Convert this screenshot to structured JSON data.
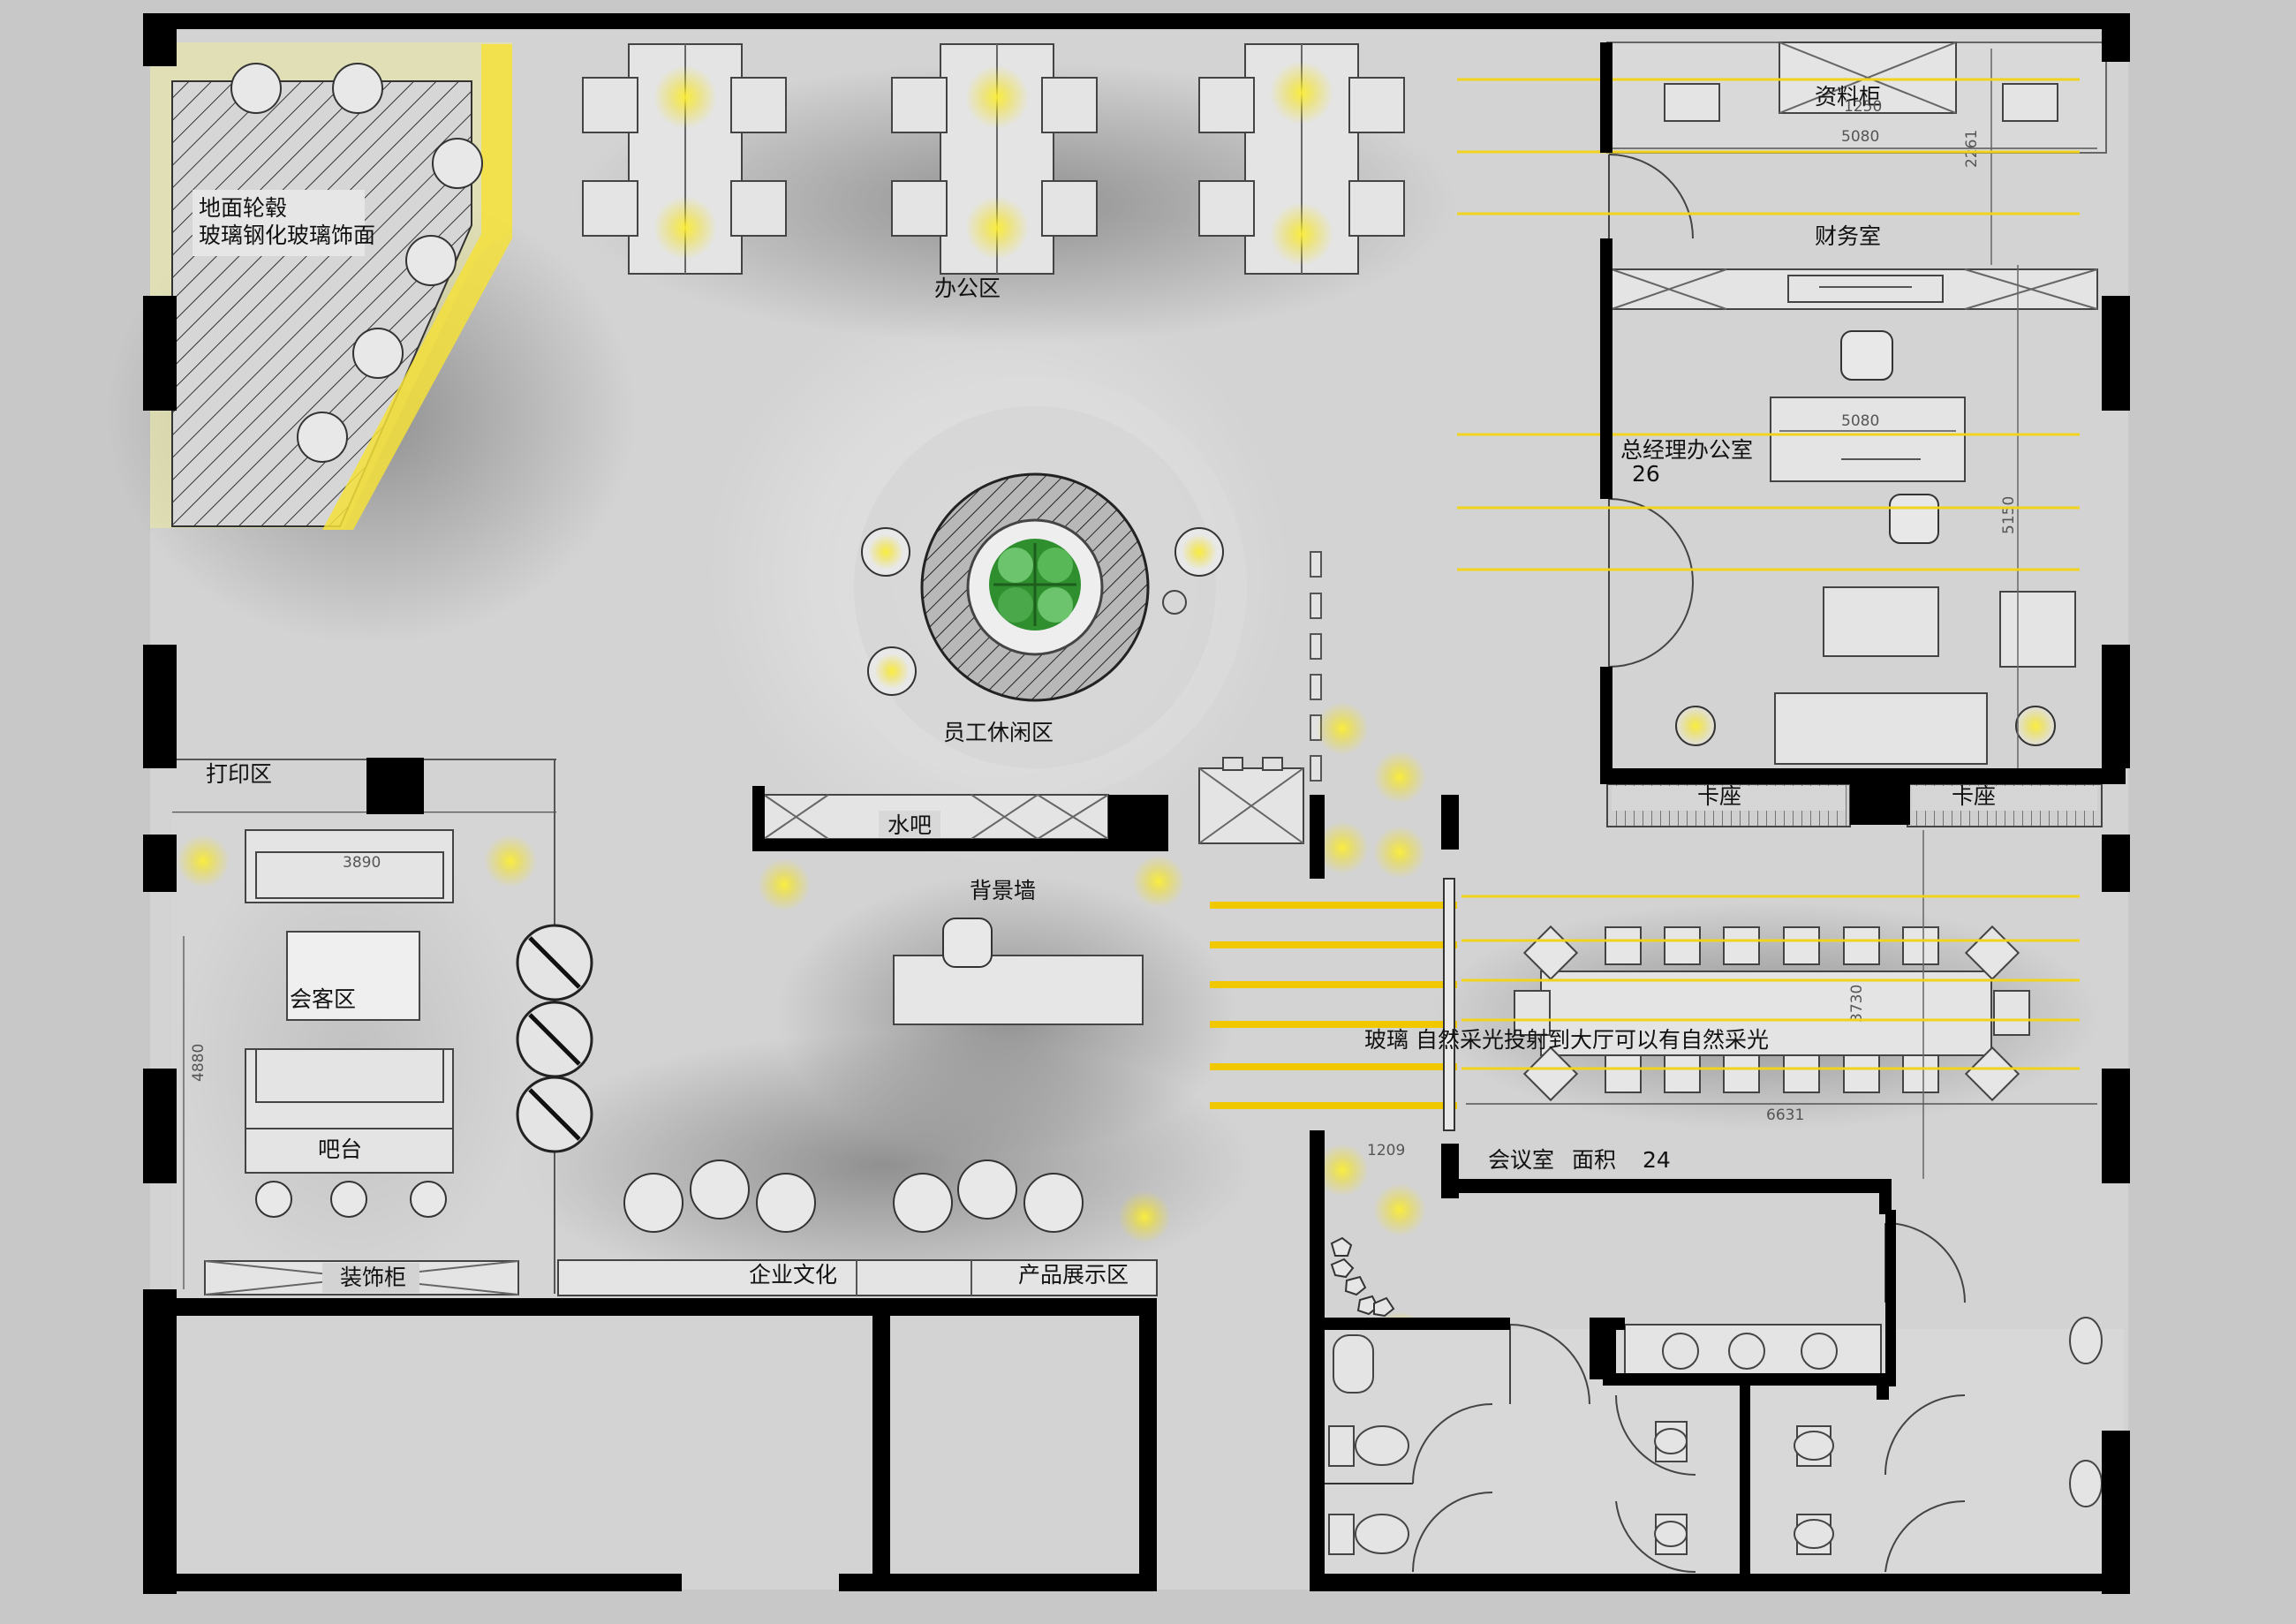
{
  "labels": {
    "floor_note_1": "地面轮毂",
    "floor_note_2": "玻璃钢化玻璃饰面",
    "office_area": "办公区",
    "staff_lounge": "员工休闲区",
    "archive_cabinet": "资料柜",
    "finance_room": "财务室",
    "gm_office": "总经理办公室",
    "gm_office_area": "26",
    "booth_left": "卡座",
    "booth_right": "卡座",
    "print_area": "打印区",
    "water_bar": "水吧",
    "background_wall": "背景墙",
    "reception_area": "会客区",
    "bar_counter": "吧台",
    "display_cabinet": "装饰柜",
    "corporate_culture": "企业文化",
    "product_showroom": "产品展示区",
    "glass_note": "玻璃  自然采光投射到大厅可以有自然采光",
    "meeting_room": "会议室",
    "area_label": "面积",
    "meeting_area": "24"
  },
  "dimensions": {
    "archive_width": "5080",
    "archive_depth": "2261",
    "gm_desk_width": "5080",
    "gm_room_depth": "5150",
    "finance_top": "1250",
    "reception_width": "3890",
    "reception_depth": "4880",
    "meeting_depth": "3730",
    "meeting_width": "6631",
    "corridor_width": "1209"
  },
  "colors": {
    "background": "#c8c8c8",
    "floor": "#d2d2d2",
    "wall": "#000000",
    "light_glow": "#f5e21a",
    "plant": "#3a9a3a"
  }
}
